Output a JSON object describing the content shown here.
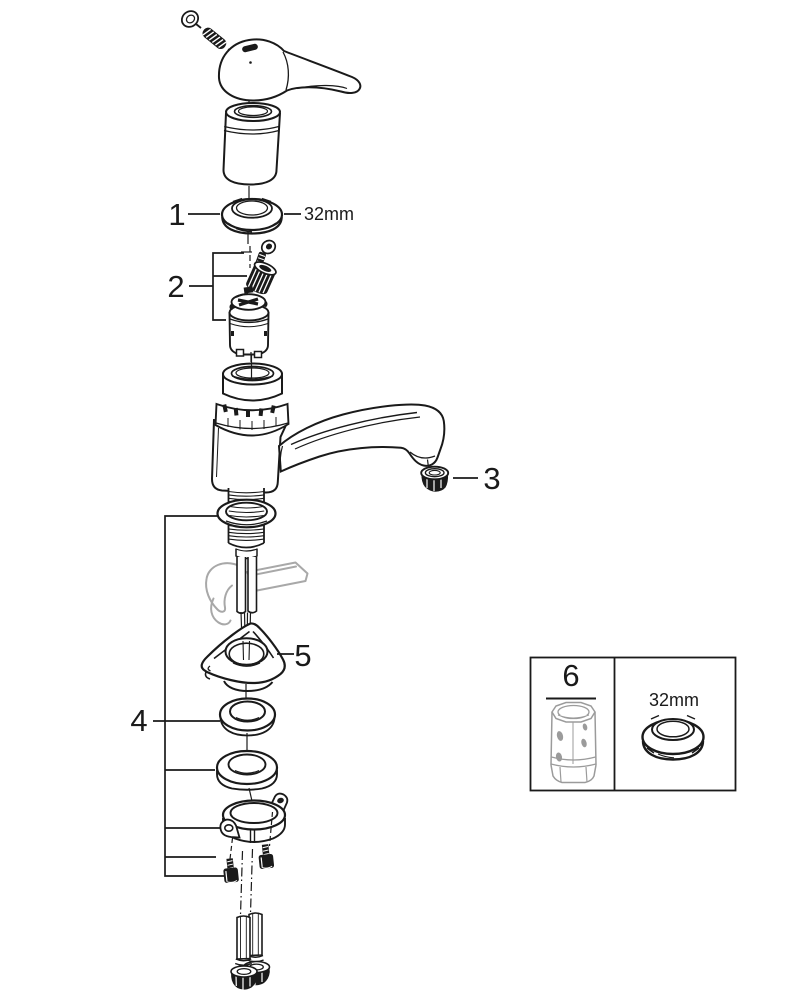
{
  "figure": {
    "kind": "exploded-parts-diagram",
    "subject": "single-lever kitchen sink mixer tap, exploded service view",
    "background": "#ffffff",
    "colors": {
      "line": "#1a1a1a",
      "dark_fill": "#1a1a1a",
      "ghost_gray": "#a8a8a8",
      "tool_gray": "#9b9b9b",
      "paper": "#ffffff"
    }
  },
  "callouts": {
    "c1": {
      "label": "1",
      "size_note": "32mm"
    },
    "c2": {
      "label": "2"
    },
    "c3": {
      "label": "3"
    },
    "c4": {
      "label": "4"
    },
    "c5": {
      "label": "5"
    },
    "c6": {
      "label": "6",
      "size_note": "32mm"
    }
  },
  "parts": [
    {
      "callout": "1",
      "name": "mounting nut 32mm"
    },
    {
      "callout": "2",
      "name": "cartridge assembly with fixing screw and cap"
    },
    {
      "callout": "3",
      "name": "aerator mousseur insert"
    },
    {
      "callout": "4",
      "name": "fastening set: o-ring, washers, clamp ring, screws, hoses"
    },
    {
      "callout": "5",
      "name": "mounting wedge"
    },
    {
      "callout": "6",
      "name": "socket service tool with 32mm ring"
    }
  ]
}
